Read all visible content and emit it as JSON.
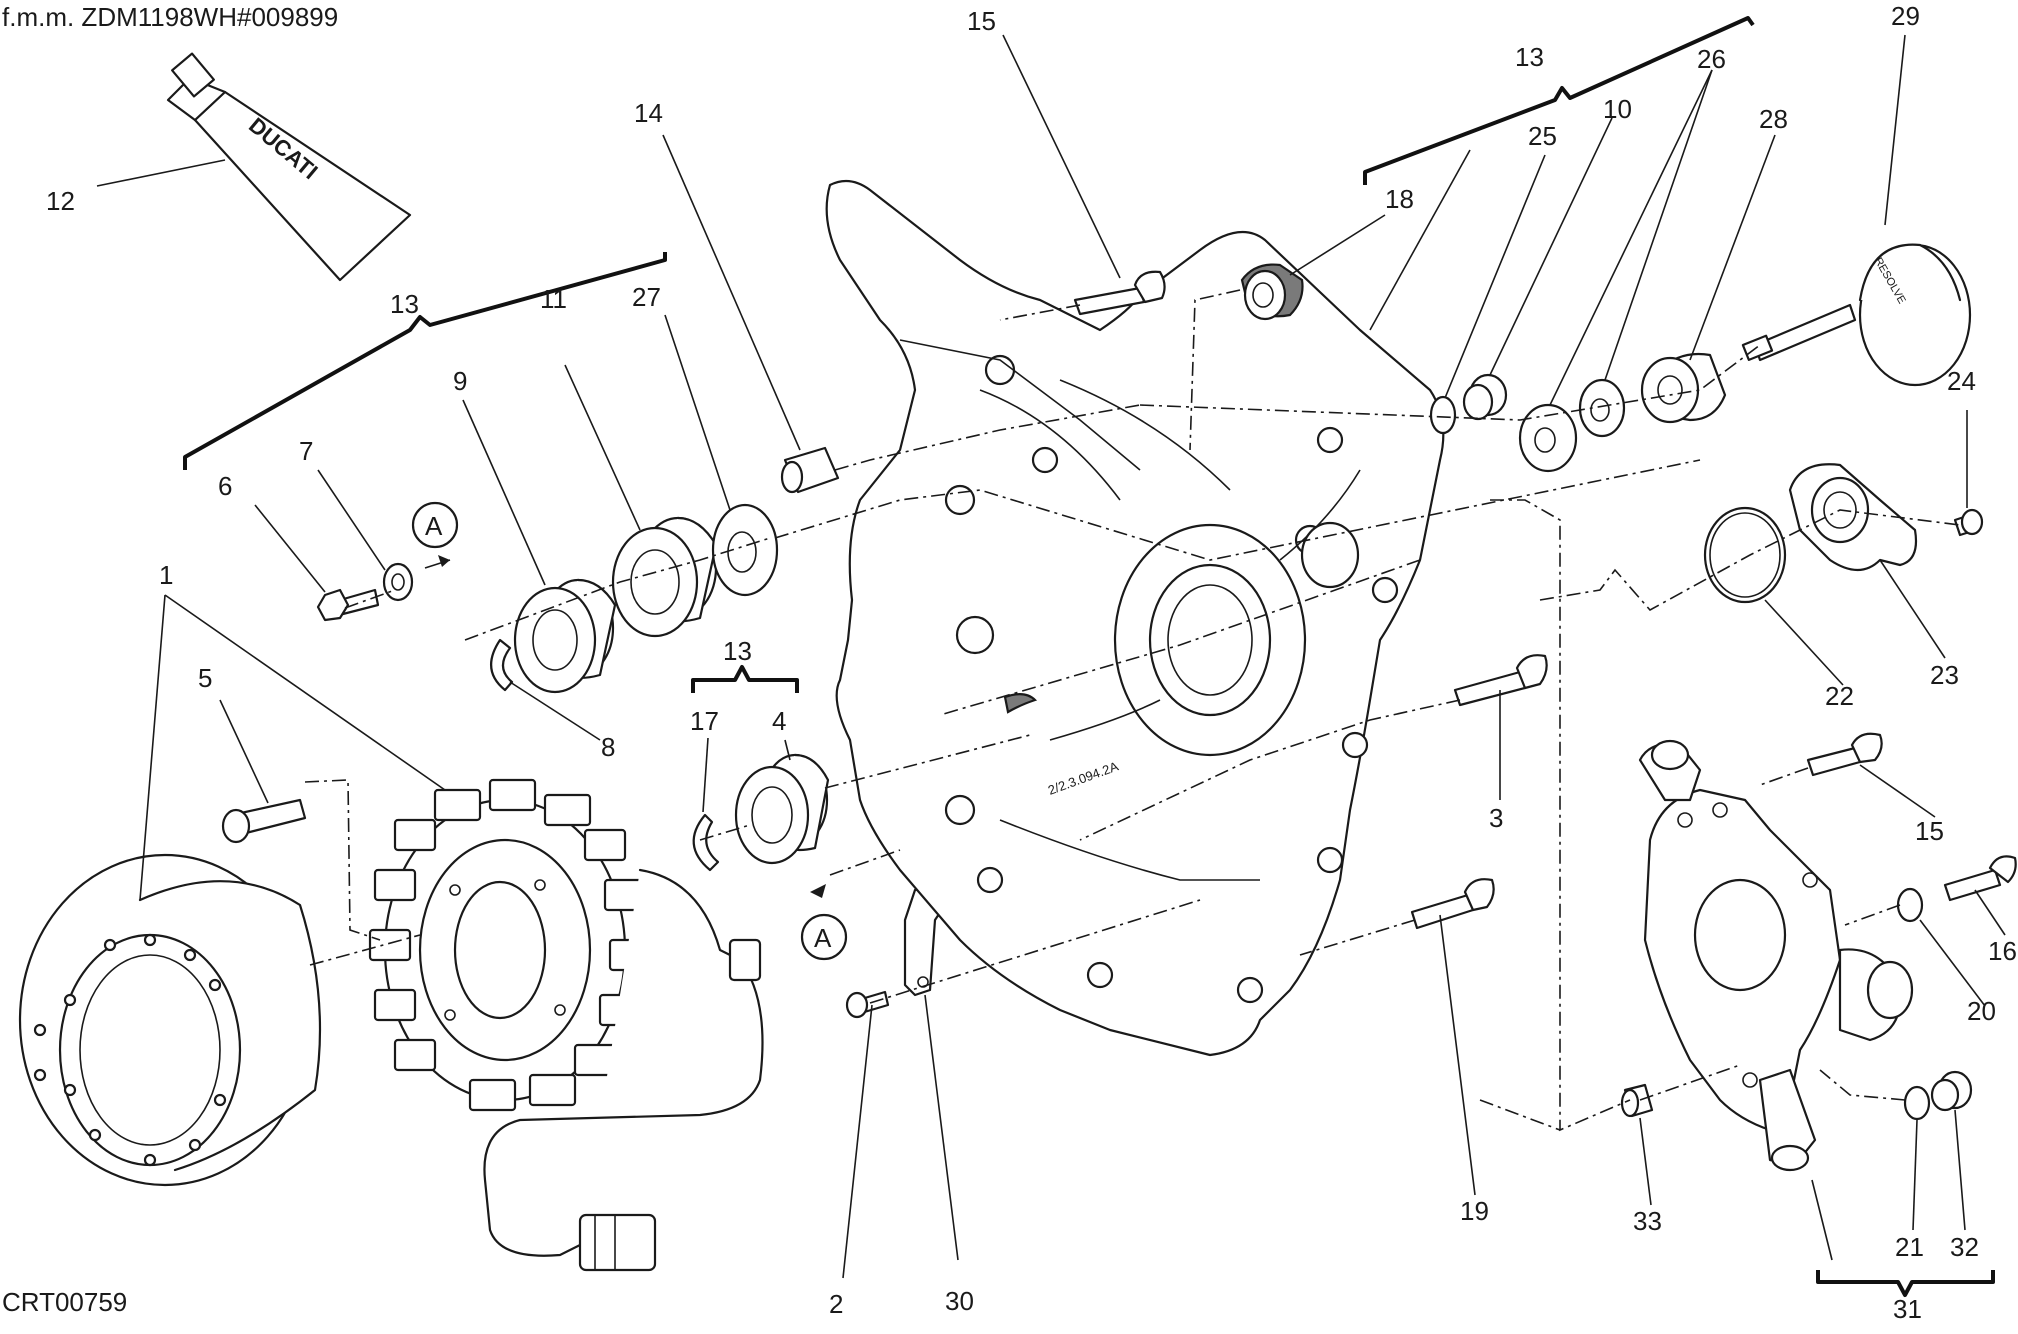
{
  "header": {
    "frame_number": "f.m.m. ZDM1198WH#009899"
  },
  "footer": {
    "code": "CRT00759"
  },
  "tube_label": "DUCATI",
  "casting_mark": "2/2.3.094.2A",
  "pump_mark": "RESOLVE",
  "ref_a": "A",
  "callouts": {
    "c1": "1",
    "c2": "2",
    "c3": "3",
    "c4": "4",
    "c5": "5",
    "c6": "6",
    "c7": "7",
    "c8": "8",
    "c9": "9",
    "c10": "10",
    "c11": "11",
    "c12": "12",
    "c13": "13",
    "c14": "14",
    "c15": "15",
    "c16": "16",
    "c17": "17",
    "c18": "18",
    "c19": "19",
    "c20": "20",
    "c21": "21",
    "c22": "22",
    "c23": "23",
    "c24": "24",
    "c25": "25",
    "c26": "26",
    "c27": "27",
    "c28": "28",
    "c29": "29",
    "c30": "30",
    "c31": "31",
    "c32": "32",
    "c33": "33"
  }
}
